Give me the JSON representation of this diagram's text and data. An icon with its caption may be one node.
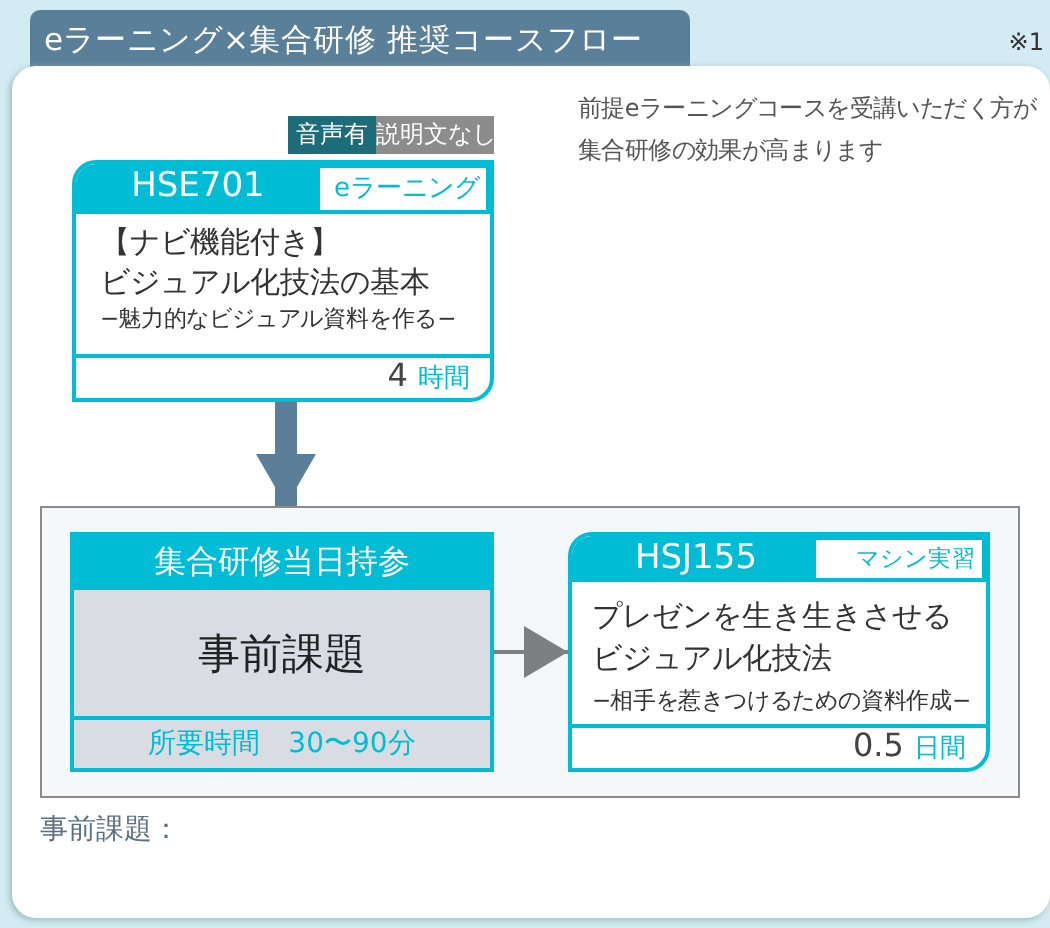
{
  "diagram": {
    "title": "eラーニング×集合研修 推奨コースフロー",
    "nodes": [
      {
        "text": [
          "HSE701",
          "eラーニング",
          "【ナビ機能付き】",
          "ビジュアル化技法の基本",
          "−魅力的なビジュアル資料を作る−",
          "4",
          "時間"
        ]
      },
      {
        "text": [
          "音声有"
        ]
      },
      {
        "text": [
          "説明文なし"
        ]
      },
      {
        "text": [],
        "shape": "box"
      },
      {
        "text": [
          "集合研修当日持参",
          "事前課題",
          "所要時間　30〜90分"
        ],
        "in": 3
      },
      {
        "text": [
          "HSJ155",
          "マシン実習",
          "プレゼンを生き生きさせるビジュアル化技法",
          "−相手を惹きつけるための資料作成−",
          "0.5",
          "日間"
        ],
        "in": 3
      }
    ],
    "edges": [
      {
        "from": 0,
        "to": 3,
        "arrow": "to",
        "style": "thick",
        "color": "#5b7f99"
      },
      {
        "from": 4,
        "to": 5,
        "arrow": "to",
        "color": "#7d7f83"
      }
    ],
    "labels": [
      "※1",
      "前提eラーニングコースを受講いただく方が集合研修の効果が高まります",
      "事前課題："
    ]
  }
}
